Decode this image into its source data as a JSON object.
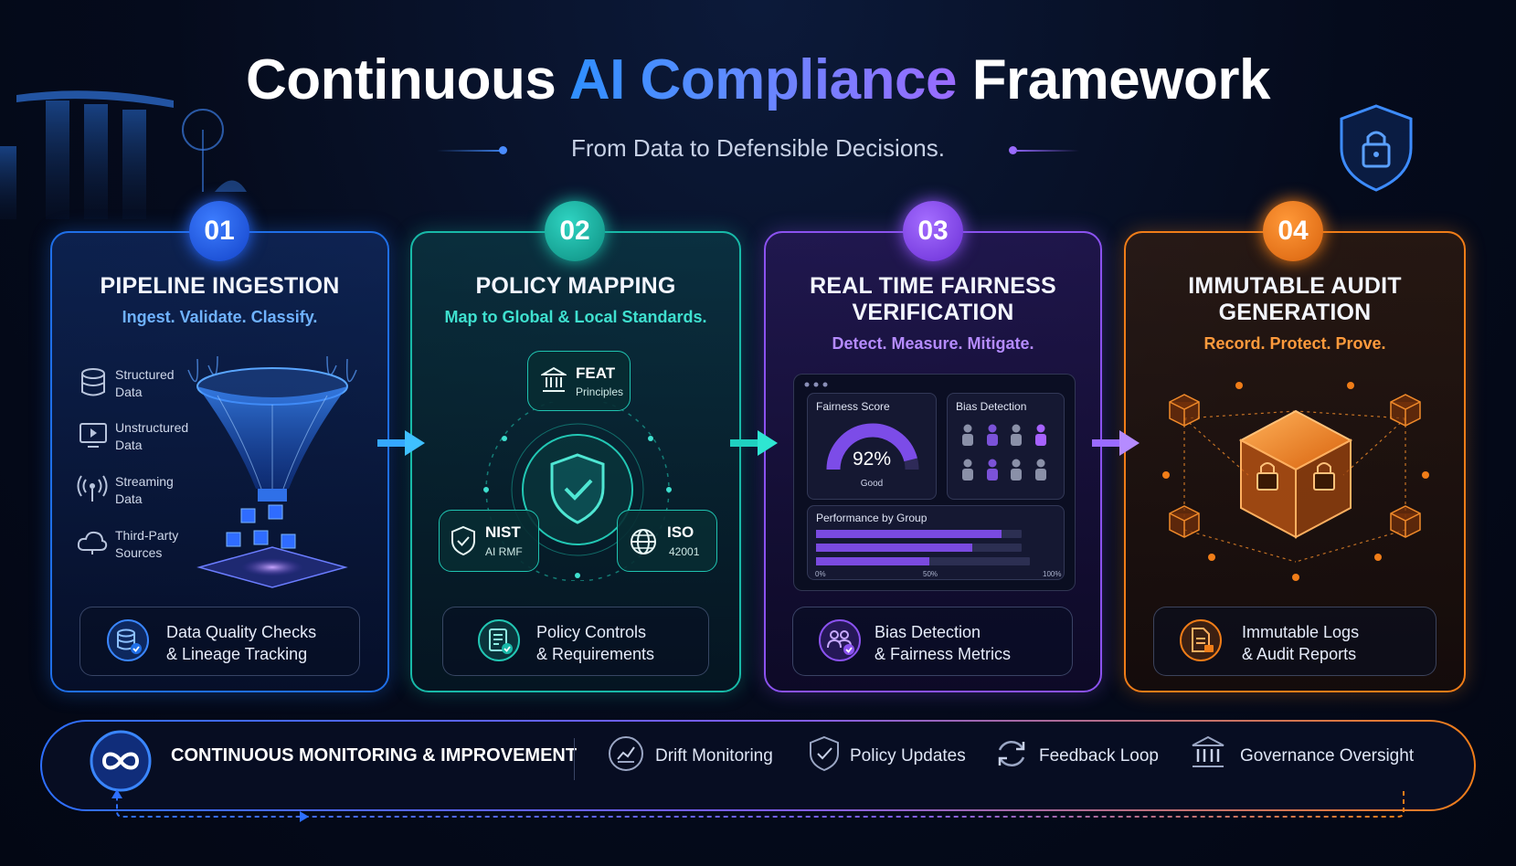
{
  "header": {
    "title_part1": "Continuous",
    "title_part2": "AI Compliance",
    "title_part3": "Framework",
    "subtitle": "From Data to Defensible Decisions."
  },
  "steps": [
    {
      "number": "01",
      "title_line1": "PIPELINE INGESTION",
      "title_line2": "",
      "tagline": "Ingest. Validate. Classify.",
      "sources": [
        {
          "line1": "Structured",
          "line2": "Data",
          "icon": "database-icon"
        },
        {
          "line1": "Unstructured",
          "line2": "Data",
          "icon": "video-icon"
        },
        {
          "line1": "Streaming",
          "line2": "Data",
          "icon": "broadcast-icon"
        },
        {
          "line1": "Third-Party",
          "line2": "Sources",
          "icon": "cloud-icon"
        }
      ],
      "bottom_line1": "Data Quality Checks",
      "bottom_line2": "& Lineage Tracking",
      "accent": "#1f6fe8",
      "tag_color": "#6fb2ff"
    },
    {
      "number": "02",
      "title_line1": "POLICY MAPPING",
      "title_line2": "",
      "tagline": "Map to Global & Local Standards.",
      "badges": [
        {
          "big": "FEAT",
          "small": "Principles"
        },
        {
          "big": "NIST",
          "small": "AI RMF"
        },
        {
          "big": "ISO",
          "small": "42001"
        }
      ],
      "bottom_line1": "Policy Controls",
      "bottom_line2": "& Requirements",
      "accent": "#18b9a8",
      "tag_color": "#3fe0cf"
    },
    {
      "number": "03",
      "title_line1": "REAL TIME FAIRNESS",
      "title_line2": "VERIFICATION",
      "tagline": "Detect. Measure. Mitigate.",
      "dashboard": {
        "fairness_title": "Fairness Score",
        "score": "92%",
        "score_value": 0.92,
        "score_label": "Good",
        "bias_title": "Bias Detection",
        "performance_title": "Performance by Group",
        "bars": [
          0.9,
          0.76,
          0.53
        ],
        "axis": [
          "0%",
          "50%",
          "100%"
        ]
      },
      "bottom_line1": "Bias Detection",
      "bottom_line2": "& Fairness Metrics",
      "accent": "#8b52f0",
      "tag_color": "#b58bff"
    },
    {
      "number": "04",
      "title_line1": "IMMUTABLE AUDIT",
      "title_line2": "GENERATION",
      "tagline": "Record. Protect. Prove.",
      "bottom_line1": "Immutable Logs",
      "bottom_line2": "& Audit Reports",
      "accent": "#f07d18",
      "tag_color": "#ff9a3c"
    }
  ],
  "footer": {
    "title": "CONTINUOUS MONITORING & IMPROVEMENT",
    "items": [
      {
        "label": "Drift Monitoring",
        "icon": "chart-icon"
      },
      {
        "label": "Policy Updates",
        "icon": "shield-check-icon"
      },
      {
        "label": "Feedback Loop",
        "icon": "refresh-icon"
      },
      {
        "label": "Governance Oversight",
        "icon": "bank-icon"
      }
    ]
  }
}
